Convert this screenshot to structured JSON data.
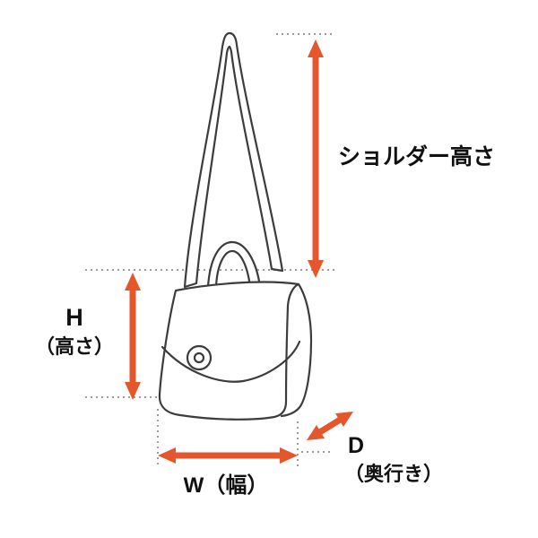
{
  "figure": {
    "subject": "shoulder bag line drawing with dimension annotations"
  },
  "labels": {
    "shoulder_height": "ショルダー高さ",
    "height_letter": "H",
    "height_paren": "（高さ）",
    "width": "W（幅）",
    "depth_letter": "D",
    "depth_paren": "（奥行き）"
  },
  "colors": {
    "arrow": "#e4562c",
    "ink": "#3c3c3c",
    "dotted": "#9b9b9b",
    "text": "#111111",
    "background": "#ffffff"
  }
}
